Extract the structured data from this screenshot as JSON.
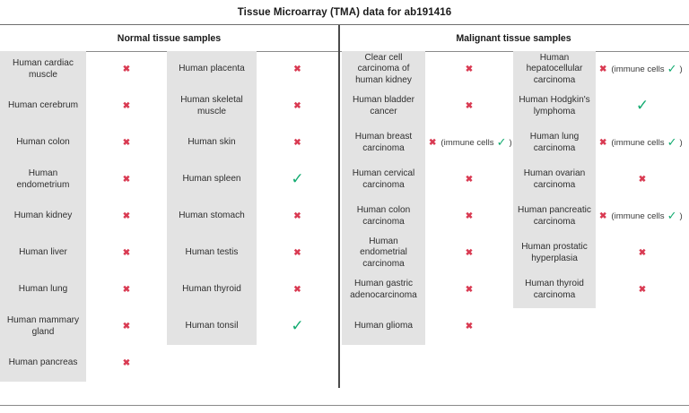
{
  "document": {
    "title": "Tissue Microarray (TMA) data for ab191416"
  },
  "sections": {
    "normal_header": "Normal tissue samples",
    "malignant_header": "Malignant tissue samples"
  },
  "symbols": {
    "negative": "✖",
    "positive": "✓",
    "immune_prefix": "(immune cells",
    "immune_suffix": ")"
  },
  "colors": {
    "negative": "#d93a52",
    "positive": "#12ab70",
    "cell_background": "#e3e3e3",
    "rule": "#8a8a8a",
    "divider": "#4a4a4a"
  },
  "columns": {
    "normal_col_a": [
      {
        "tissue": "Human cardiac muscle",
        "result": "negative"
      },
      {
        "tissue": "Human cerebrum",
        "result": "negative"
      },
      {
        "tissue": "Human colon",
        "result": "negative"
      },
      {
        "tissue": "Human endometrium",
        "result": "negative"
      },
      {
        "tissue": "Human kidney",
        "result": "negative"
      },
      {
        "tissue": "Human liver",
        "result": "negative"
      },
      {
        "tissue": "Human lung",
        "result": "negative"
      },
      {
        "tissue": "Human mammary gland",
        "result": "negative"
      },
      {
        "tissue": "Human pancreas",
        "result": "negative"
      }
    ],
    "normal_col_b": [
      {
        "tissue": "Human placenta",
        "result": "negative"
      },
      {
        "tissue": "Human skeletal muscle",
        "result": "negative"
      },
      {
        "tissue": "Human skin",
        "result": "negative"
      },
      {
        "tissue": "Human spleen",
        "result": "positive"
      },
      {
        "tissue": "Human stomach",
        "result": "negative"
      },
      {
        "tissue": "Human testis",
        "result": "negative"
      },
      {
        "tissue": "Human thyroid",
        "result": "negative"
      },
      {
        "tissue": "Human tonsil",
        "result": "positive"
      }
    ],
    "malignant_col_a": [
      {
        "tissue": "Clear cell carcinoma of human kidney",
        "result": "negative"
      },
      {
        "tissue": "Human bladder cancer",
        "result": "negative"
      },
      {
        "tissue": "Human breast carcinoma",
        "result": "negative-immune-positive"
      },
      {
        "tissue": "Human cervical carcinoma",
        "result": "negative"
      },
      {
        "tissue": "Human colon carcinoma",
        "result": "negative"
      },
      {
        "tissue": "Human endometrial carcinoma",
        "result": "negative"
      },
      {
        "tissue": "Human gastric adenocarcinoma",
        "result": "negative"
      },
      {
        "tissue": "Human glioma",
        "result": "negative"
      }
    ],
    "malignant_col_b": [
      {
        "tissue": "Human hepatocellular carcinoma",
        "result": "negative-immune-positive"
      },
      {
        "tissue": "Human Hodgkin's lymphoma",
        "result": "positive"
      },
      {
        "tissue": "Human lung carcinoma",
        "result": "negative-immune-positive"
      },
      {
        "tissue": "Human ovarian carcinoma",
        "result": "negative"
      },
      {
        "tissue": "Human pancreatic carcinoma",
        "result": "negative-immune-positive"
      },
      {
        "tissue": "Human prostatic hyperplasia",
        "result": "negative"
      },
      {
        "tissue": "Human thyroid carcinoma",
        "result": "negative"
      }
    ]
  }
}
